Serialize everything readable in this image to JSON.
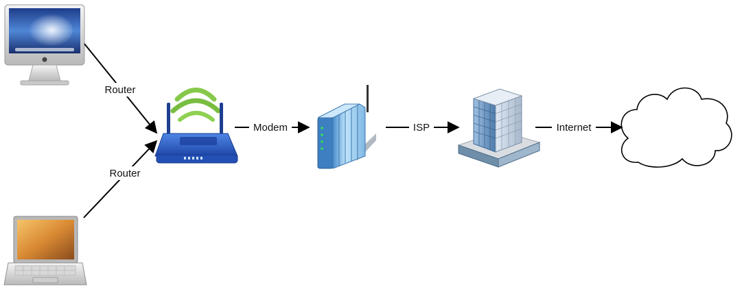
{
  "nodes": [
    {
      "id": "desktop",
      "icon": "desktop-computer-icon"
    },
    {
      "id": "laptop",
      "icon": "laptop-icon"
    },
    {
      "id": "router",
      "icon": "wireless-router-icon"
    },
    {
      "id": "modem",
      "icon": "modem-icon"
    },
    {
      "id": "isp",
      "icon": "office-building-icon"
    },
    {
      "id": "internet",
      "icon": "cloud-icon"
    }
  ],
  "edges": [
    {
      "from": "desktop",
      "to": "router",
      "label": "Router"
    },
    {
      "from": "laptop",
      "to": "router",
      "label": "Router"
    },
    {
      "from": "router",
      "to": "modem",
      "label": "Modem"
    },
    {
      "from": "modem",
      "to": "isp",
      "label": "ISP"
    },
    {
      "from": "isp",
      "to": "internet",
      "label": "Internet"
    }
  ],
  "colors": {
    "line": "#000000",
    "router_blue": "#2a5fc8",
    "wifi_green": "#7cc242",
    "modem_blue": "#8fc3e8",
    "building_blue": "#5f8fbf",
    "laptop_screen": "#e29a3c",
    "desktop_screen": "#3a63b8"
  }
}
